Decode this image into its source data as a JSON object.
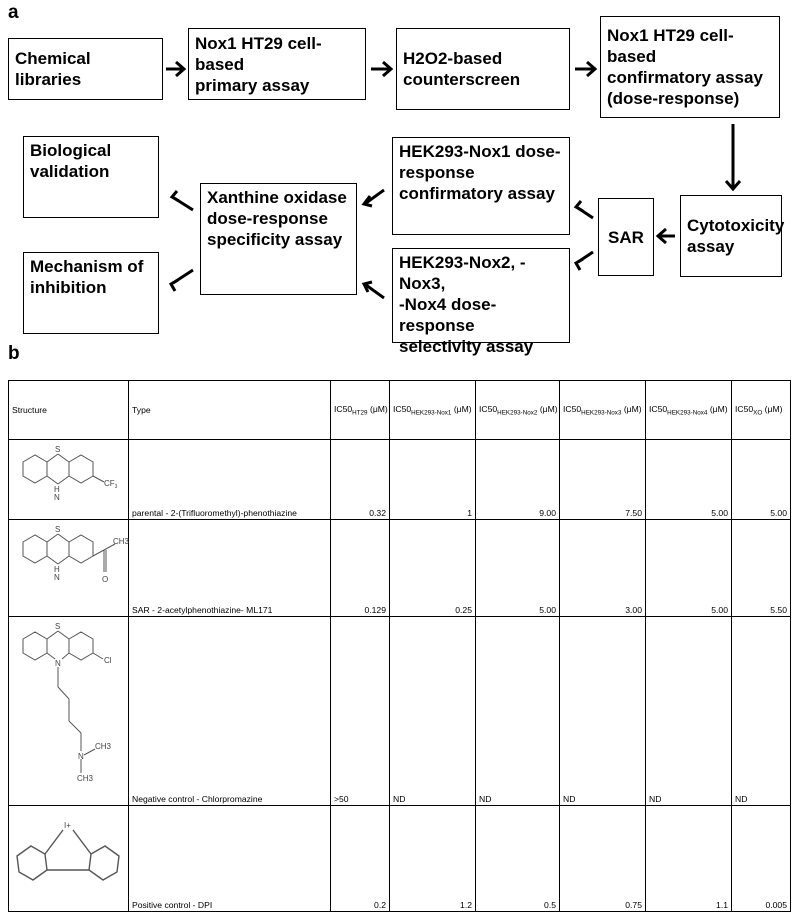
{
  "panel_a_label": "a",
  "panel_b_label": "b",
  "flow": {
    "chemical_libraries": [
      "Chemical libraries"
    ],
    "primary_assay": [
      "Nox1 HT29 cell-based",
      "primary assay"
    ],
    "counterscreen": [
      "H2O2-based",
      "counterscreen"
    ],
    "confirmatory": [
      "Nox1 HT29 cell-based",
      "confirmatory assay",
      "(dose-response)"
    ],
    "cytotoxicity": [
      "Cytotoxicity",
      "assay"
    ],
    "sar": [
      "SAR"
    ],
    "hek_nox1": [
      "HEK293-Nox1 dose-",
      "response",
      "confirmatory assay"
    ],
    "hek_nox234": [
      "HEK293-Nox2, -Nox3,",
      "-Nox4 dose-response",
      "selectivity assay"
    ],
    "xanthine": [
      "Xanthine oxidase",
      "dose-response",
      "specificity assay"
    ],
    "bio_validation": [
      "Biological",
      "validation"
    ],
    "mechanism": [
      "Mechanism of",
      "inhibition"
    ]
  },
  "table": {
    "headers": {
      "structure": "Structure",
      "type": "Type",
      "ic50": "IC50",
      "unit": "(μM)",
      "unit_alt": "(μM)",
      "sub_ht29": "HT29",
      "sub_nox1": "HEK293-Nox1",
      "sub_nox2": "HEK293-Nox2",
      "sub_nox3": "HEK293-Nox3",
      "sub_nox4": "HEK293-Nox4",
      "sub_xo": "XO"
    },
    "rows": [
      {
        "type": "parental - 2-(Trifluoromethyl)-phenothiazine",
        "values": [
          "0.32",
          "1",
          "9.00",
          "7.50",
          "5.00",
          "5.00"
        ],
        "atoms": {
          "s": "S",
          "h": "H",
          "n": "N",
          "f": "CF",
          "f3": "3"
        }
      },
      {
        "type": "SAR - 2-acetylphenothiazine- ML171",
        "values": [
          "0.129",
          "0.25",
          "5.00",
          "3.00",
          "5.00",
          "5.50"
        ],
        "atoms": {
          "s": "S",
          "h": "H",
          "n": "N",
          "o": "O",
          "ch3": "CH3"
        }
      },
      {
        "type": "Negative control - Chlorpromazine",
        "values": [
          ">50",
          "ND",
          "ND",
          "ND",
          "ND",
          "ND"
        ],
        "atoms": {
          "s": "S",
          "n": "N",
          "cl": "Cl",
          "n2": "N",
          "ch3a": "CH3",
          "ch3b": "CH3"
        }
      },
      {
        "type": "Positive control - DPI",
        "values": [
          "0.2",
          "1.2",
          "0.5",
          "0.75",
          "1.1",
          "0.005"
        ],
        "atoms": {
          "i": "I+"
        }
      }
    ]
  }
}
